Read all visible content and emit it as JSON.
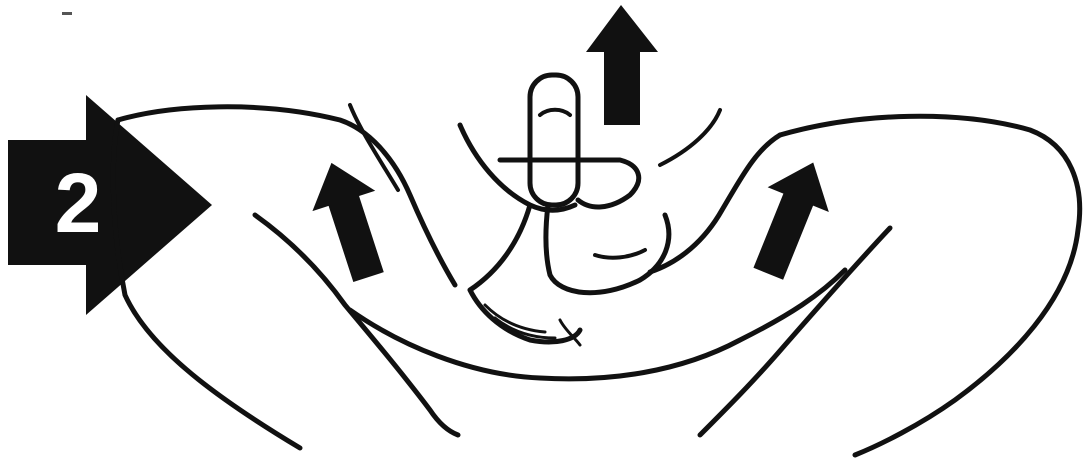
{
  "step": {
    "number": "2"
  },
  "colors": {
    "ink": "#111111",
    "background": "#ffffff",
    "badge_text": "#ffffff"
  },
  "icons": {
    "step_arrow": "right-arrow-badge",
    "direction_arrows": [
      "up-arrow",
      "up-arrow",
      "up-arrow"
    ]
  }
}
